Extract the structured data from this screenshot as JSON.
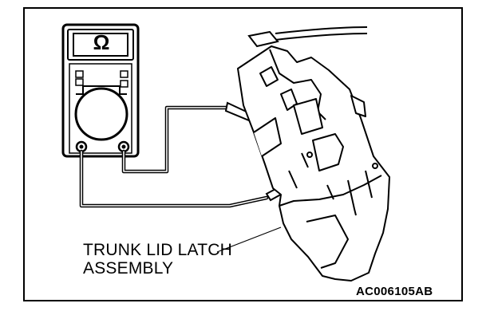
{
  "figure": {
    "meter_display_symbol": "Ω",
    "callout_line_1": "TRUNK LID LATCH",
    "callout_line_2": "ASSEMBLY",
    "figure_code": "AC006105AB"
  },
  "colors": {
    "ink": "#000000",
    "paper": "#ffffff"
  },
  "icons": [
    "ohm-symbol-icon",
    "multimeter-icon",
    "test-probe-icon",
    "latch-assembly-icon"
  ]
}
